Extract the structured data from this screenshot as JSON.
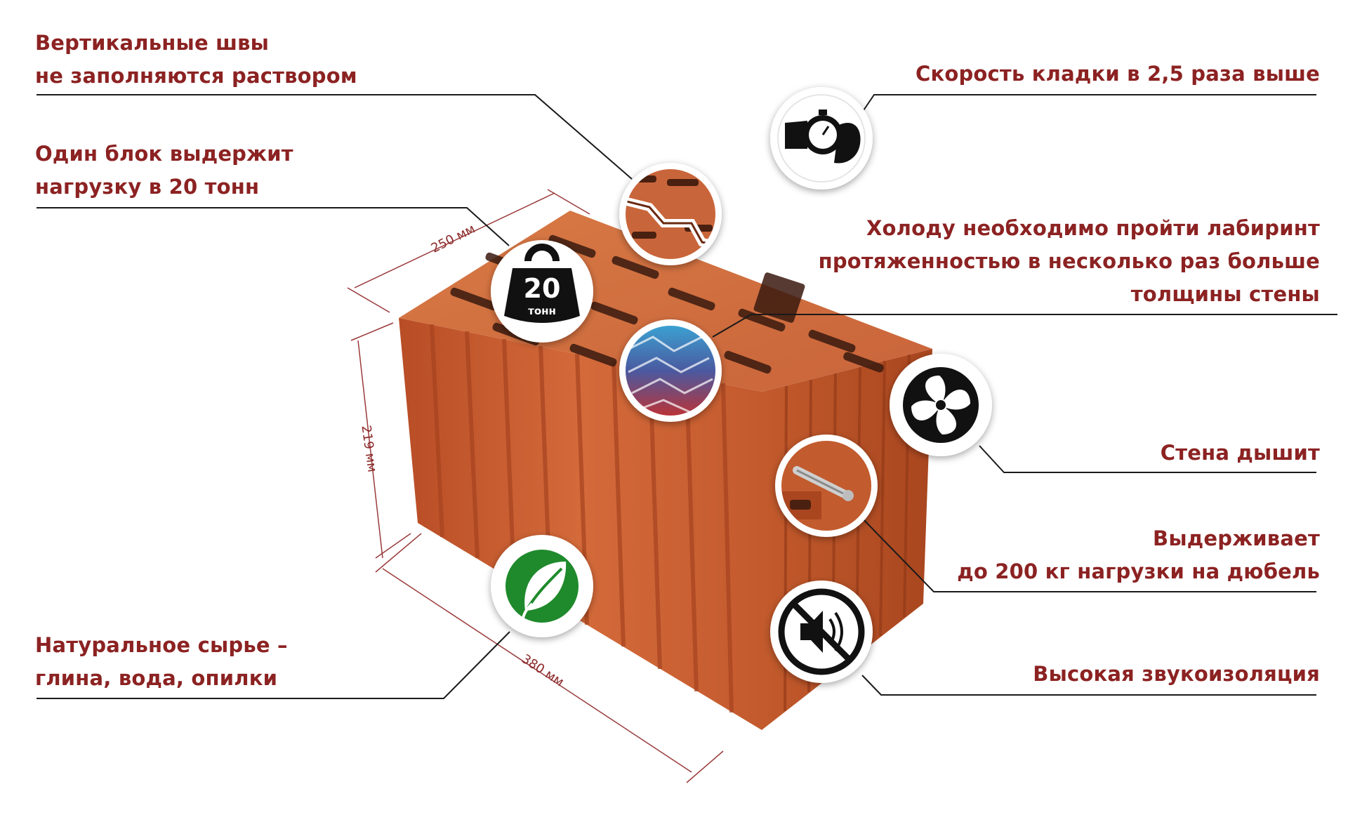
{
  "features": {
    "vertical_seams": {
      "line1": "Вертикальные швы",
      "line2": "не заполняются раствором"
    },
    "load": {
      "line1": "Один блок выдержит",
      "line2": "нагрузку в 20 тонн"
    },
    "natural": {
      "line1": "Натуральное сырье –",
      "line2": "глина, вода, опилки"
    },
    "speed": {
      "line1": "Скорость кладки в 2,5 раза выше"
    },
    "labyrinth": {
      "line1": "Холоду необходимо пройти лабиринт",
      "line2": "протяженностью в несколько раз больше",
      "line3": "толщины стены"
    },
    "breathes": {
      "line1": "Стена дышит"
    },
    "dowel": {
      "line1": "Выдерживает",
      "line2": "до 200 кг нагрузки на дюбель"
    },
    "sound": {
      "line1": "Высокая звукоизоляция"
    }
  },
  "dimensions": {
    "width": "250 мм",
    "height": "219 мм",
    "length": "380 мм"
  },
  "weight_icon": {
    "number": "20",
    "unit": "тонн"
  },
  "colors": {
    "text": "#8c2222",
    "brick": "#c8562c",
    "brick_dark": "#a1401f",
    "icon_black": "#111111",
    "leaf_green": "#1f8a2c"
  },
  "icons": [
    "joint-icon",
    "weight-icon",
    "leaf-icon",
    "stopwatch-icon",
    "labyrinth-icon",
    "fan-icon",
    "dowel-icon",
    "mute-icon"
  ]
}
